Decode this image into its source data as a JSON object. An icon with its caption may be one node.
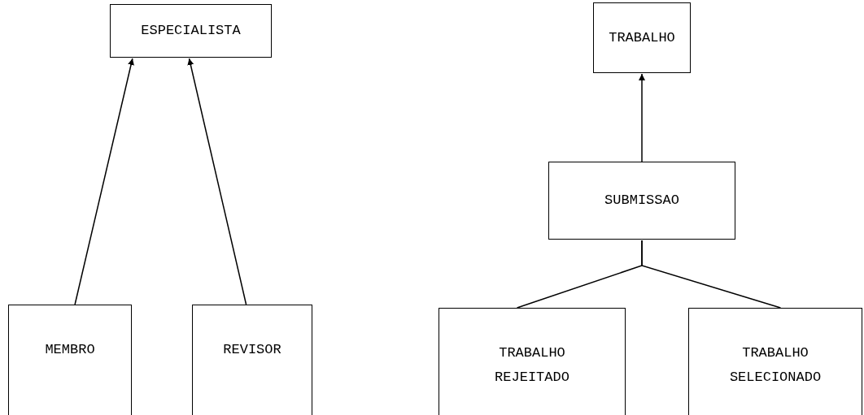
{
  "diagram": {
    "nodes": [
      {
        "text": [
          "ESPECIALISTA"
        ]
      },
      {
        "text": [
          "MEMBRO"
        ]
      },
      {
        "text": [
          "REVISOR"
        ]
      },
      {
        "text": [
          "TRABALHO"
        ]
      },
      {
        "text": [
          "SUBMISSAO"
        ]
      },
      {
        "text": [
          "TRABALHO REJEITADO"
        ]
      },
      {
        "text": [
          "TRABALHO SELECIONADO"
        ]
      }
    ],
    "edges": [
      {
        "from": 1,
        "to": 0,
        "arrow": "to"
      },
      {
        "from": 2,
        "to": 0,
        "arrow": "to"
      },
      {
        "from": 4,
        "to": 3,
        "arrow": "to"
      },
      {
        "from": 5,
        "to": 4,
        "arrow": "none"
      },
      {
        "from": 6,
        "to": 4,
        "arrow": "none"
      }
    ]
  }
}
